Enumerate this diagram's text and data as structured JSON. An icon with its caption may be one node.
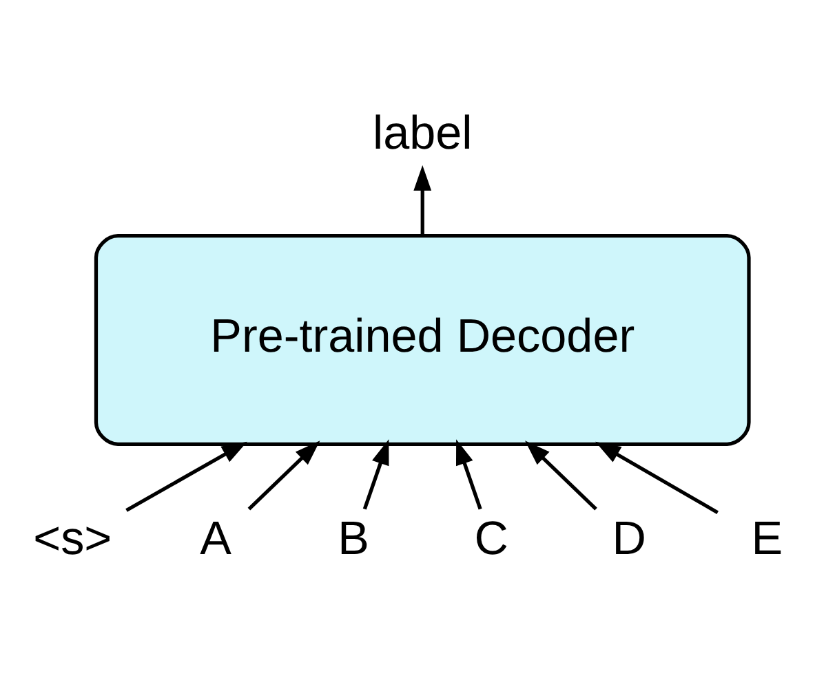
{
  "diagram": {
    "nodes": [
      {
        "text": [
          "Pre-trained Decoder"
        ]
      },
      {
        "text": [
          "label"
        ]
      },
      {
        "text": [
          "<s>"
        ]
      },
      {
        "text": [
          "A"
        ]
      },
      {
        "text": [
          "B"
        ]
      },
      {
        "text": [
          "C"
        ]
      },
      {
        "text": [
          "D"
        ]
      },
      {
        "text": [
          "E"
        ]
      }
    ],
    "edges": [
      {
        "from": 0,
        "to": 1,
        "arrow": "to"
      },
      {
        "from": 2,
        "to": 0,
        "arrow": "to"
      },
      {
        "from": 3,
        "to": 0,
        "arrow": "to"
      },
      {
        "from": 4,
        "to": 0,
        "arrow": "to"
      },
      {
        "from": 5,
        "to": 0,
        "arrow": "to"
      },
      {
        "from": 6,
        "to": 0,
        "arrow": "to"
      },
      {
        "from": 7,
        "to": 0,
        "arrow": "to"
      }
    ]
  }
}
